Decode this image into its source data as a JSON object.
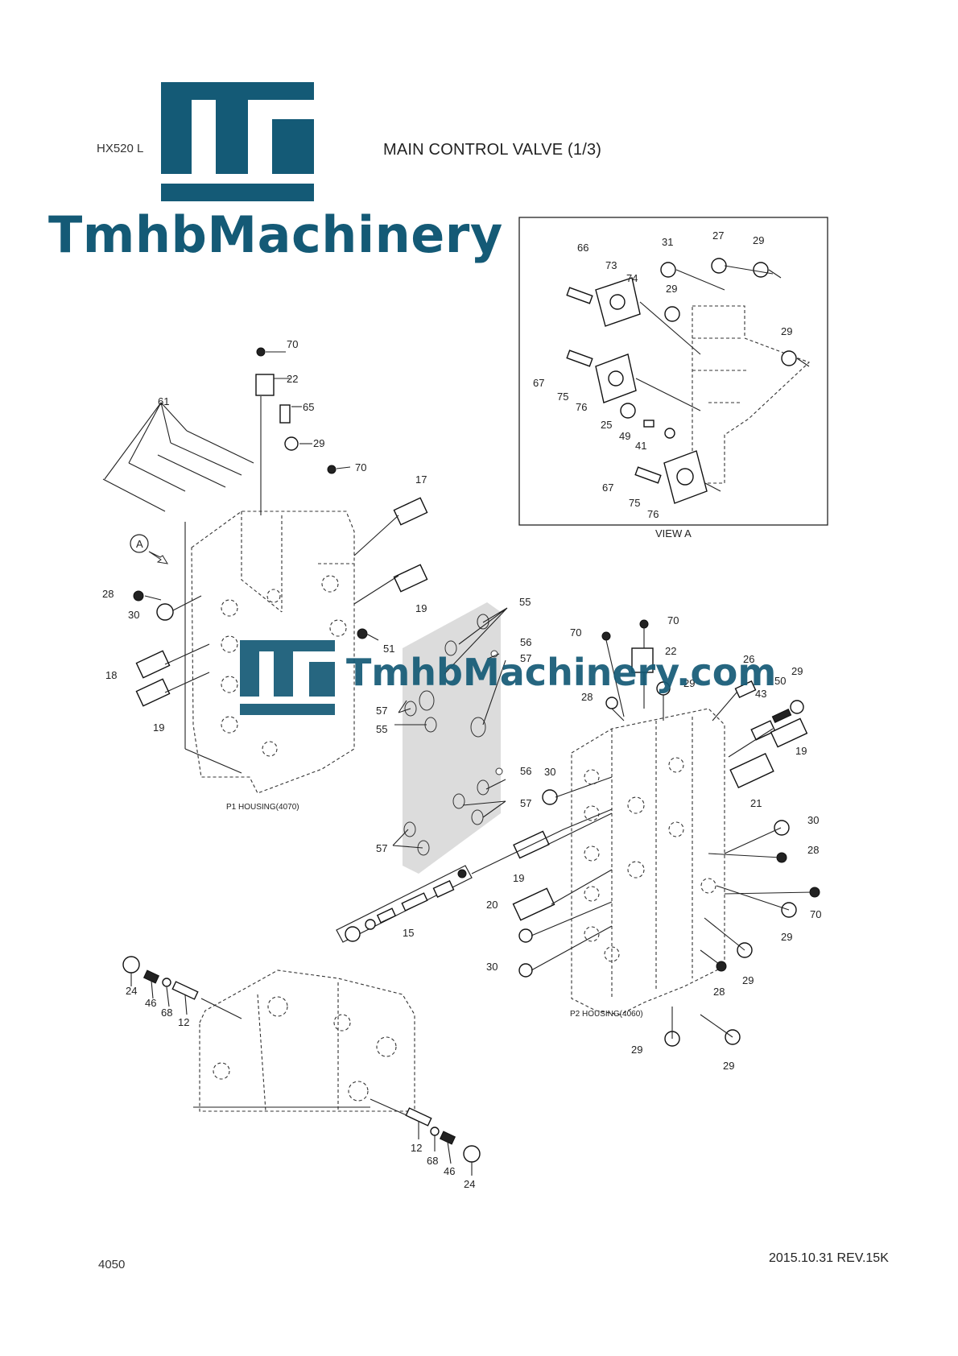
{
  "header": {
    "model": "HX520 L",
    "title": "MAIN CONTROL VALVE (1/3)"
  },
  "brand": {
    "name": "TmhbMachinery",
    "watermark": "TmhbMachinery.com",
    "color": "#145a76"
  },
  "view_a": {
    "caption": "VIEW A",
    "labels": [
      "66",
      "73",
      "74",
      "31",
      "27",
      "29",
      "29",
      "29",
      "67",
      "75",
      "76",
      "25",
      "49",
      "41",
      "67",
      "75",
      "76"
    ]
  },
  "housings": {
    "p1": "P1 HOUSING(4070)",
    "p2": "P2 HOUSING(4060)"
  },
  "view_marker": "A",
  "callouts_left": [
    "70",
    "22",
    "65",
    "29",
    "70",
    "61",
    "17",
    "19",
    "28",
    "30",
    "51",
    "18",
    "19"
  ],
  "callouts_middle": [
    "55",
    "56",
    "57",
    "57",
    "55",
    "56",
    "57",
    "57",
    "15"
  ],
  "callouts_right": [
    "70",
    "70",
    "22",
    "26",
    "29",
    "50",
    "43",
    "29",
    "28",
    "19",
    "30",
    "21",
    "30",
    "28",
    "70",
    "19",
    "20",
    "29",
    "29",
    "30",
    "28",
    "29",
    "29"
  ],
  "callouts_bottom": [
    "24",
    "46",
    "68",
    "12",
    "12",
    "68",
    "46",
    "24"
  ],
  "footer": {
    "page": "4050",
    "date_rev": "2015.10.31  REV.15K"
  }
}
